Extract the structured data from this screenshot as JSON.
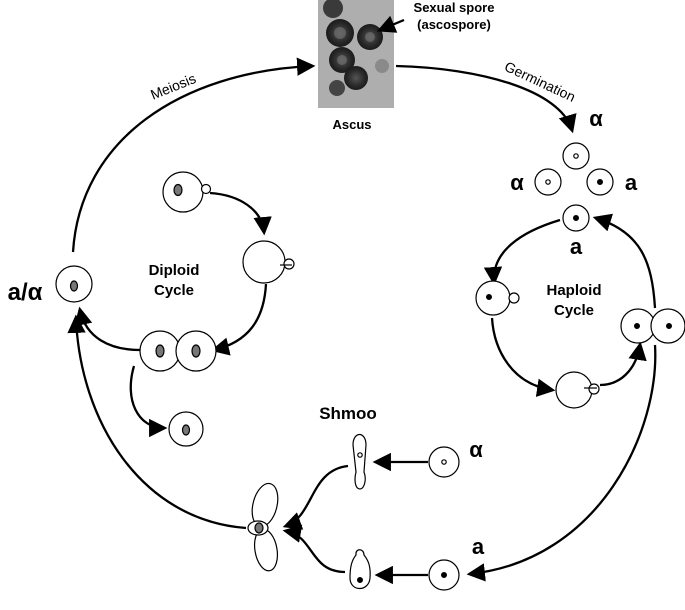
{
  "labels": {
    "sexual_spore_line1": "Sexual spore",
    "sexual_spore_line2": "(ascospore)",
    "ascus": "Ascus",
    "meiosis": "Meiosis",
    "germination": "Germination",
    "alpha_top": "α",
    "alpha_left": "α",
    "a_right": "a",
    "a_below": "a",
    "a_alpha": "a/α",
    "diploid_line1": "Diploid",
    "diploid_line2": "Cycle",
    "haploid_line1": "Haploid",
    "haploid_line2": "Cycle",
    "shmoo": "Shmoo",
    "alpha_shmoo": "α",
    "a_shmoo": "a"
  },
  "colors": {
    "line": "#000000",
    "diploid_nucleus": "#777777",
    "haploid_nucleus": "#000000",
    "background": "#ffffff"
  }
}
